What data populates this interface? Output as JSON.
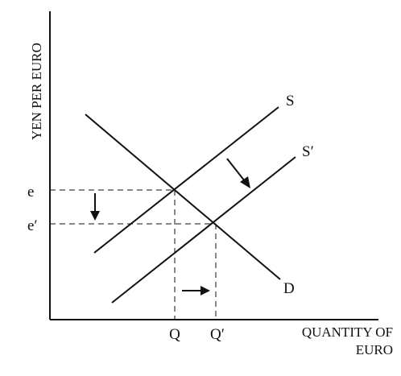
{
  "axes": {
    "y_label": "YEN PER EURO",
    "x_label_line1": "QUANTITY OF",
    "x_label_line2": "EURO"
  },
  "curves": {
    "supply": "S",
    "supply_shifted": "S′",
    "demand": "D"
  },
  "ticks": {
    "price_initial": "e",
    "price_new": "e′",
    "quantity_initial": "Q",
    "quantity_new": "Q′"
  },
  "colors": {
    "ink": "#111111",
    "background": "#ffffff"
  }
}
